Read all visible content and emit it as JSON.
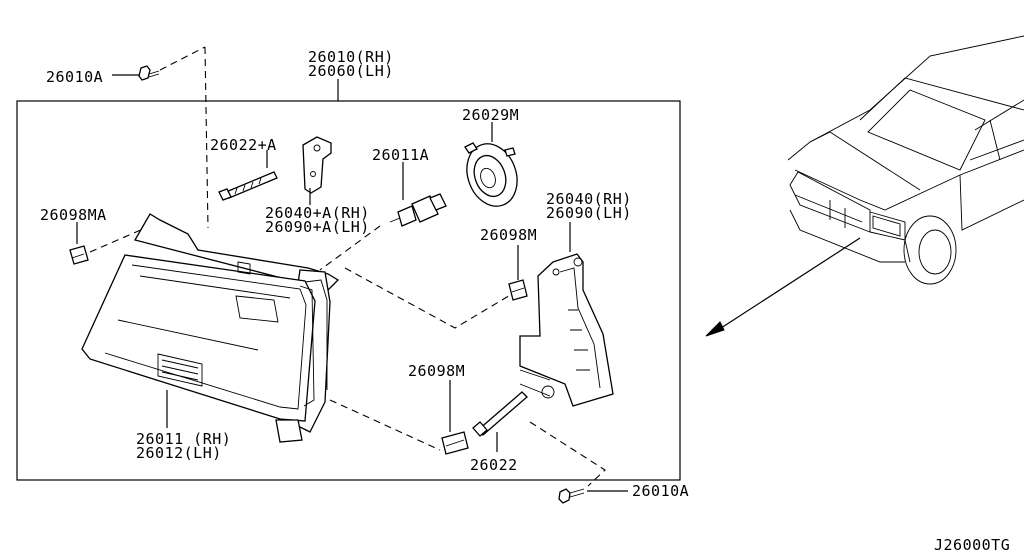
{
  "labels": {
    "bolt_top": "26010A",
    "assembly_rh": "26010(RH)",
    "assembly_lh": "26060(LH)",
    "socket_cap": "26029M",
    "adjuster_screw": "26022+A",
    "bulb": "26011A",
    "clip_left": "26098MA",
    "bracket_small_rh": "26040+A(RH)",
    "bracket_small_lh": "26090+A(LH)",
    "bracket_rh": "26040(RH)",
    "bracket_lh": "26090(LH)",
    "clip_mid": "26098M",
    "clip_lower": "26098M",
    "lamp_rh": "26011 (RH)",
    "lamp_lh": "26012(LH)",
    "adjuster_lower": "26022",
    "bolt_bottom": "26010A",
    "diagram_code": "J26000TG"
  }
}
